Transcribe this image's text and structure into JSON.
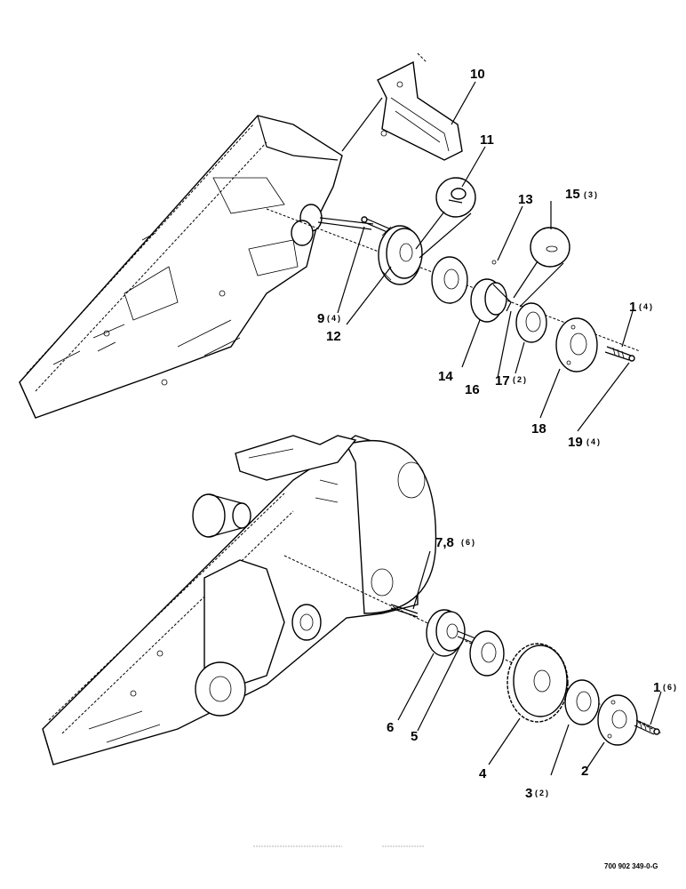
{
  "callouts": {
    "c10": {
      "num": "10",
      "qty": ""
    },
    "c11": {
      "num": "11",
      "qty": ""
    },
    "c13": {
      "num": "13",
      "qty": ""
    },
    "c15": {
      "num": "15",
      "qty": "(3)"
    },
    "c9": {
      "num": "9",
      "qty": "(4)"
    },
    "c12": {
      "num": "12",
      "qty": ""
    },
    "c14": {
      "num": "14",
      "qty": ""
    },
    "c16": {
      "num": "16",
      "qty": ""
    },
    "c17": {
      "num": "17",
      "qty": "(2)"
    },
    "c1a": {
      "num": "1",
      "qty": "(4)"
    },
    "c18": {
      "num": "18",
      "qty": ""
    },
    "c19": {
      "num": "19",
      "qty": "(4)"
    },
    "c78": {
      "num": "7,8",
      "qty": "(6)"
    },
    "c1b": {
      "num": "1",
      "qty": "(6)"
    },
    "c6": {
      "num": "6",
      "qty": ""
    },
    "c5": {
      "num": "5",
      "qty": ""
    },
    "c4": {
      "num": "4",
      "qty": ""
    },
    "c2": {
      "num": "2",
      "qty": ""
    },
    "c3": {
      "num": "3",
      "qty": "(2)"
    }
  },
  "figure_number": "700 902 349-0-G"
}
